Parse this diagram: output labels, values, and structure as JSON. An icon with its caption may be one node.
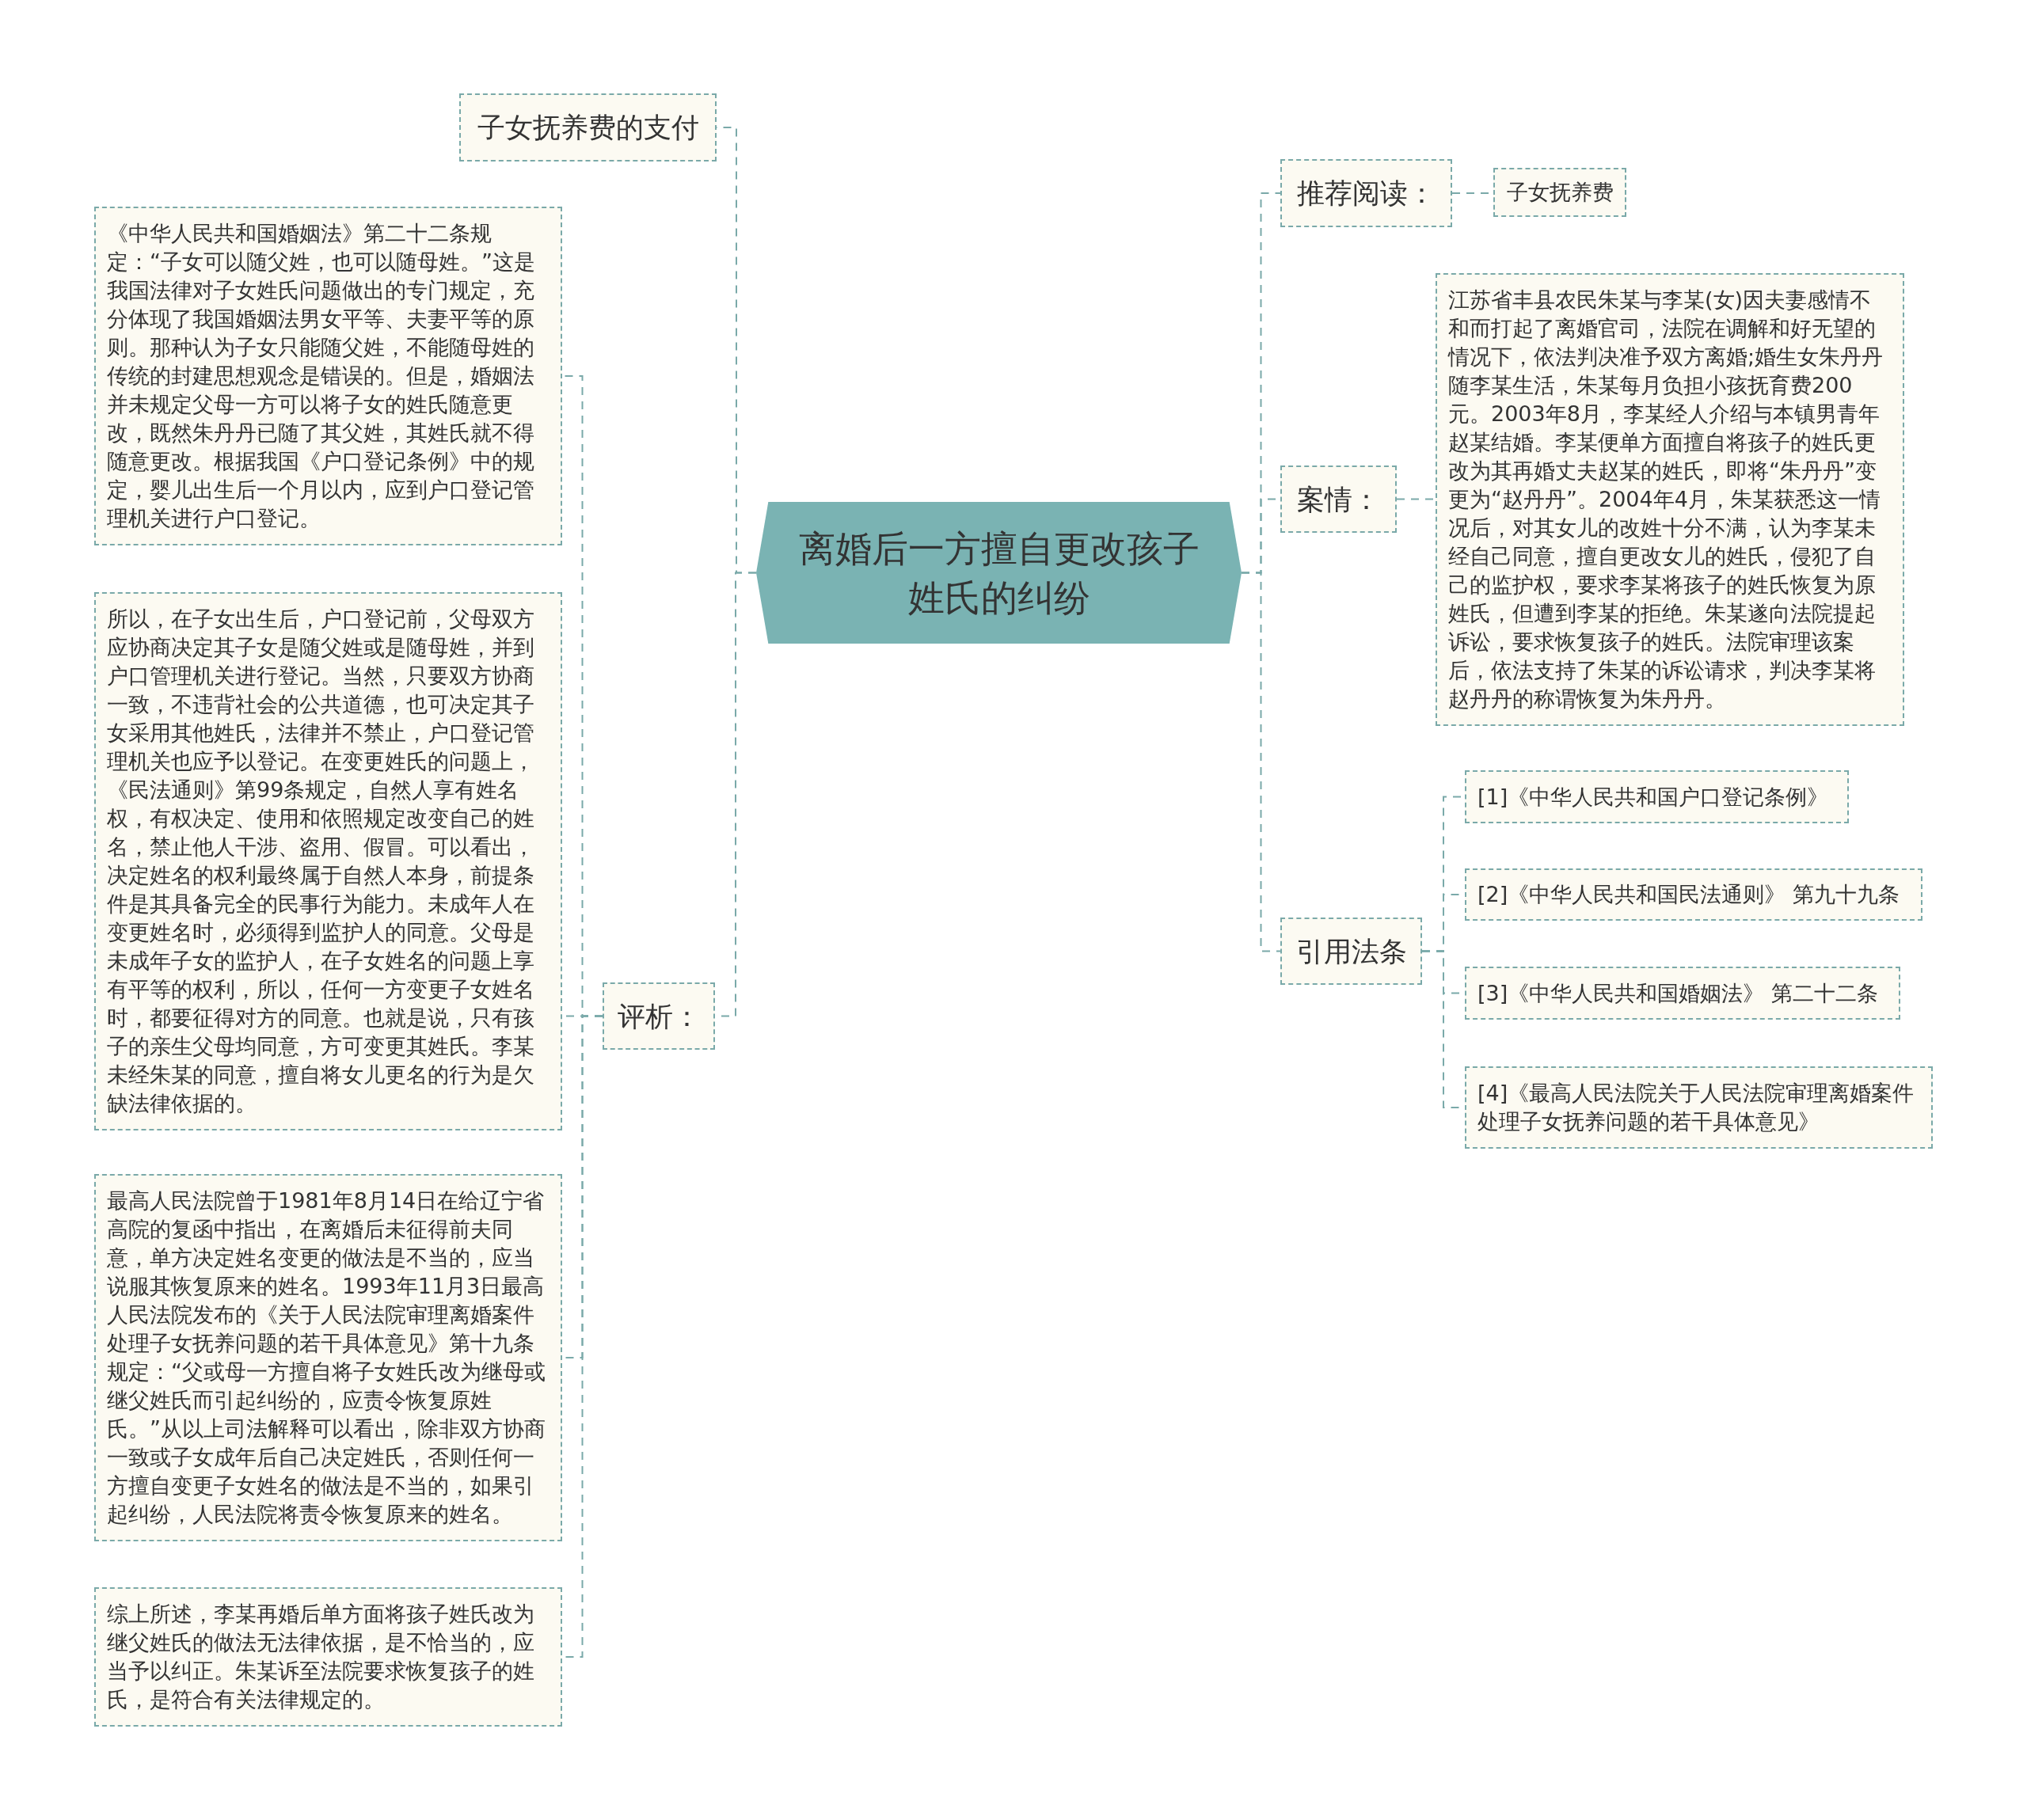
{
  "diagram": {
    "nodes": [
      {
        "text": [
          "离婚后一方擅自更改孩子姓氏的纠纷"
        ]
      },
      {
        "text": [
          "子女抚养费的支付"
        ]
      },
      {
        "text": [
          "《中华人民共和国婚姻法》第二十二条规定：“子女可以随父姓，也可以随母姓。”这是我国法律对子女姓氏问题做出的专门规定，充分体现了我国婚姻法男女平等、夫妻平等的原则。那种认为子女只能随父姓，不能随母姓的传统的封建思想观念是错误的。但是，婚姻法并未规定父母一方可以将子女的姓氏随意更改，既然朱丹丹已随了其父姓，其姓氏就不得随意更改。根据我国《户口登记条例》中的规定，婴儿出生后一个月以内，应到户口登记管理机关进行户口登记。"
        ]
      },
      {
        "text": [
          "所以，在子女出生后，户口登记前，父母双方应协商决定其子女是随父姓或是随母姓，并到户口管理机关进行登记。当然，只要双方协商一致，不违背社会的公共道德，也可决定其子女采用其他姓氏，法律并不禁止，户口登记管理机关也应予以登记。在变更姓氏的问题上，《民法通则》第99条规定，自然人享有姓名权，有权决定、使用和依照规定改变自己的姓名，禁止他人干涉、盗用、假冒。可以看出，决定姓名的权利最终属于自然人本身，前提条件是其具备完全的民事行为能力。未成年人在变更姓名时，必须得到监护人的同意。父母是未成年子女的监护人，在子女姓名的问题上享有平等的权利，所以，任何一方变更子女姓名时，都要征得对方的同意。也就是说，只有孩子的亲生父母均同意，方可变更其姓氏。李某未经朱某的同意，擅自将女儿更名的行为是欠缺法律依据的。"
        ]
      },
      {
        "text": [
          "最高人民法院曾于1981年8月14日在给辽宁省高院的复函中指出，在离婚后未征得前夫同意，单方决定姓名变更的做法是不当的，应当说服其恢复原来的姓名。1993年11月3日最高人民法院发布的《关于人民法院审理离婚案件处理子女抚养问题的若干具体意见》第十九条规定：“父或母一方擅自将子女姓氏改为继母或继父姓氏而引起纠纷的，应责令恢复原姓氏。”从以上司法解释可以看出，除非双方协商一致或子女成年后自己决定姓氏，否则任何一方擅自变更子女姓名的做法是不当的，如果引起纠纷，人民法院将责令恢复原来的姓名。"
        ]
      },
      {
        "text": [
          "综上所述，李某再婚后单方面将孩子姓氏改为继父姓氏的做法无法律依据，是不恰当的，应当予以纠正。朱某诉至法院要求恢复孩子的姓氏，是符合有关法律规定的。"
        ]
      },
      {
        "text": [
          "评析："
        ]
      },
      {
        "text": [
          "推荐阅读："
        ]
      },
      {
        "text": [
          "子女抚养费"
        ]
      },
      {
        "text": [
          "案情："
        ]
      },
      {
        "text": [
          "江苏省丰县农民朱某与李某(女)因夫妻感情不和而打起了离婚官司，法院在调解和好无望的情况下，依法判决准予双方离婚;婚生女朱丹丹随李某生活，朱某每月负担小孩抚育费200元。2003年8月，李某经人介绍与本镇男青年赵某结婚。李某便单方面擅自将孩子的姓氏更改为其再婚丈夫赵某的姓氏，即将“朱丹丹”变更为“赵丹丹”。2004年4月，朱某获悉这一情况后，对其女儿的改姓十分不满，认为李某未经自己同意，擅自更改女儿的姓氏，侵犯了自己的监护权，要求李某将孩子的姓氏恢复为原姓氏，但遭到李某的拒绝。朱某遂向法院提起诉讼，要求恢复孩子的姓氏。法院审理该案后，依法支持了朱某的诉讼请求，判决李某将赵丹丹的称谓恢复为朱丹丹。"
        ]
      },
      {
        "text": [
          "引用法条"
        ]
      },
      {
        "text": [
          "[1]《中华人民共和国户口登记条例》"
        ]
      },
      {
        "text": [
          "[2]《中华人民共和国民法通则》 第九十九条"
        ]
      },
      {
        "text": [
          "[3]《中华人民共和国婚姻法》 第二十二条"
        ]
      },
      {
        "text": [
          "[4]《最高人民法院关于人民法院审理离婚案件处理子女抚养问题的若干具体意见》"
        ]
      }
    ],
    "edges": [
      {
        "from": 0,
        "to": 1,
        "arrow": "none",
        "style": "dashed"
      },
      {
        "from": 0,
        "to": 6,
        "arrow": "none",
        "style": "dashed"
      },
      {
        "from": 6,
        "to": 2,
        "arrow": "none",
        "style": "dashed"
      },
      {
        "from": 6,
        "to": 3,
        "arrow": "none",
        "style": "dashed"
      },
      {
        "from": 6,
        "to": 4,
        "arrow": "none",
        "style": "dashed"
      },
      {
        "from": 6,
        "to": 5,
        "arrow": "none",
        "style": "dashed"
      },
      {
        "from": 0,
        "to": 7,
        "arrow": "none",
        "style": "dashed"
      },
      {
        "from": 7,
        "to": 8,
        "arrow": "none",
        "style": "dashed"
      },
      {
        "from": 0,
        "to": 9,
        "arrow": "none",
        "style": "dashed"
      },
      {
        "from": 9,
        "to": 10,
        "arrow": "none",
        "style": "dashed"
      },
      {
        "from": 0,
        "to": 11,
        "arrow": "none",
        "style": "dashed"
      },
      {
        "from": 11,
        "to": 12,
        "arrow": "none",
        "style": "dashed"
      },
      {
        "from": 11,
        "to": 13,
        "arrow": "none",
        "style": "dashed"
      },
      {
        "from": 11,
        "to": 14,
        "arrow": "none",
        "style": "dashed"
      },
      {
        "from": 11,
        "to": 15,
        "arrow": "none",
        "style": "dashed"
      }
    ]
  }
}
